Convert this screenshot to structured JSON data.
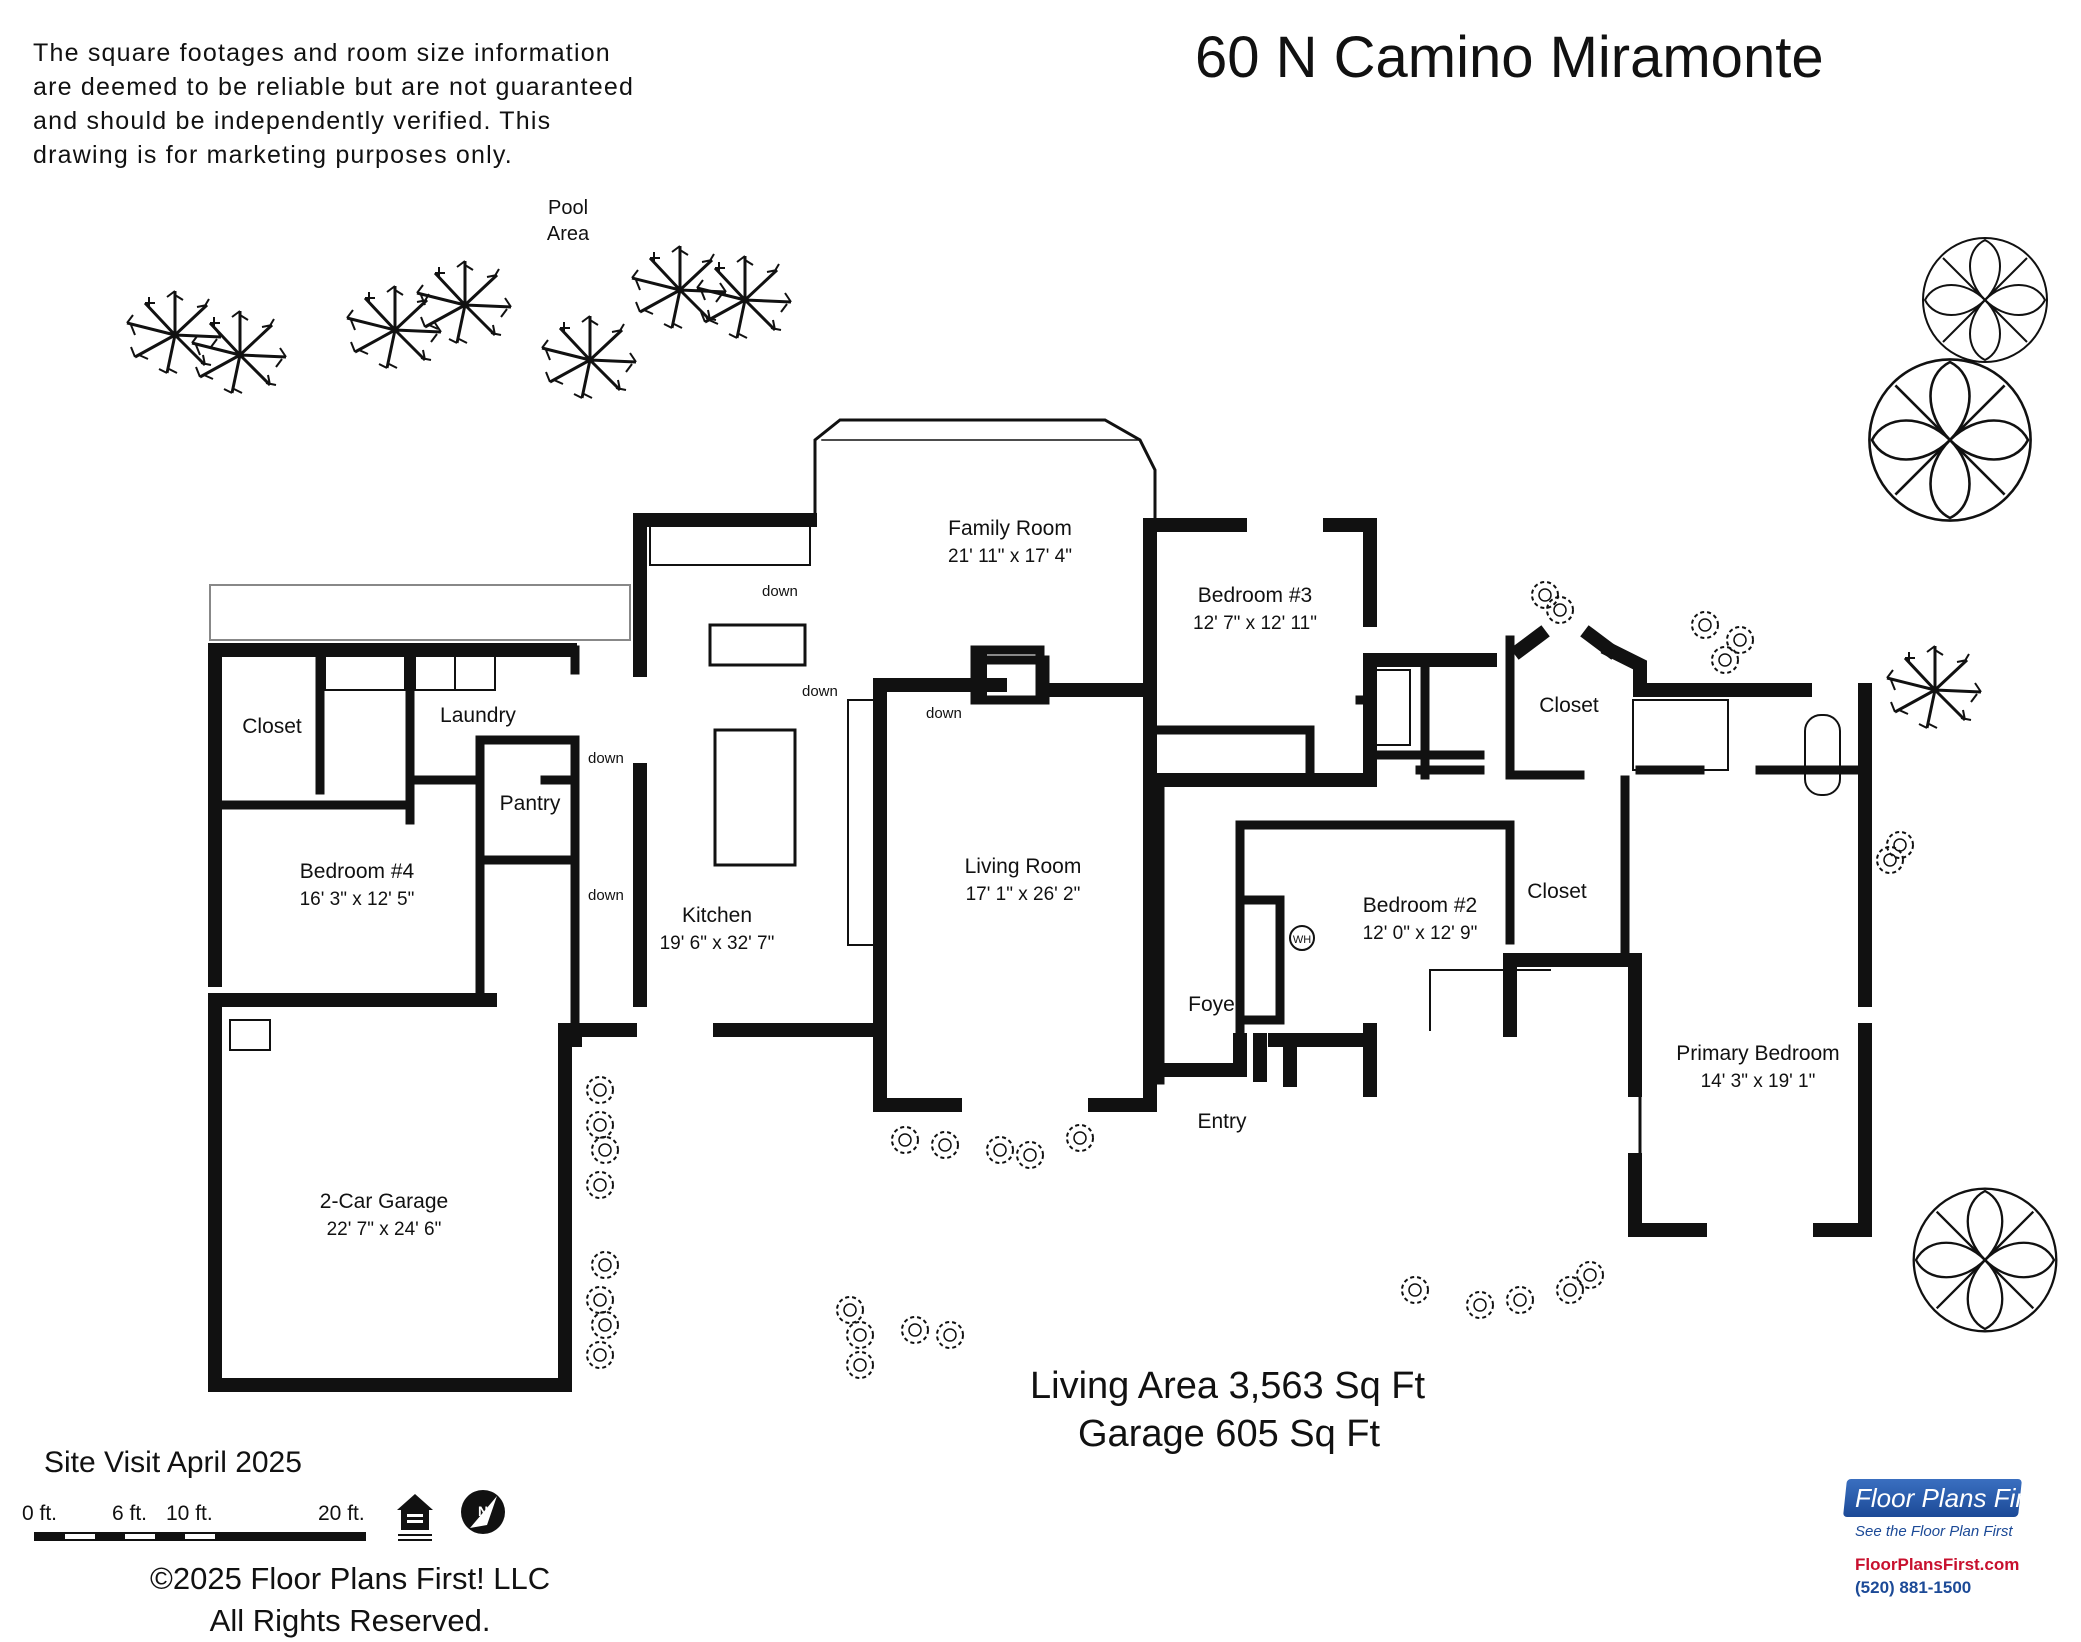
{
  "header": {
    "disclaimer": "The square footages and room size information are deemed to be reliable but are not guaranteed and should be independently verified. This drawing is for marketing purposes only.",
    "title": "60 N Camino Miramonte"
  },
  "areas": {
    "pool": [
      "Pool",
      "Area"
    ],
    "entry": "Entry"
  },
  "rooms": {
    "family_room": {
      "name": "Family Room",
      "size": "21' 11\" x 17' 4\""
    },
    "bedroom3": {
      "name": "Bedroom #3",
      "size": "12' 7\" x 12' 11\""
    },
    "closet_upper_left": {
      "name": "Closet"
    },
    "laundry": {
      "name": "Laundry"
    },
    "pantry": {
      "name": "Pantry"
    },
    "bedroom4": {
      "name": "Bedroom #4",
      "size": "16' 3\" x 12' 5\""
    },
    "kitchen": {
      "name": "Kitchen",
      "size": "19' 6\" x 32' 7\""
    },
    "living_room": {
      "name": "Living Room",
      "size": "17' 1\" x 26' 2\""
    },
    "closet_b3": {
      "name": "Closet"
    },
    "bedroom2": {
      "name": "Bedroom #2",
      "size": "12' 0\" x 12' 9\""
    },
    "closet_b2": {
      "name": "Closet"
    },
    "foyer": {
      "name": "Foyer"
    },
    "primary_bedroom": {
      "name": "Primary Bedroom",
      "size": "14' 3\" x 19' 1\""
    },
    "garage": {
      "name": "2-Car Garage",
      "size": "22' 7\" x 24' 6\""
    }
  },
  "step_labels": [
    "down",
    "down",
    "down",
    "down",
    "down"
  ],
  "fixtures": {
    "water_heater": "WH"
  },
  "footer": {
    "living_area": "Living Area 3,563 Sq Ft",
    "garage_area": "Garage 605 Sq Ft",
    "site_visit": "Site Visit April 2025",
    "scale_labels": [
      "0 ft.",
      "6 ft.",
      "10 ft.",
      "20 ft."
    ],
    "copyright_line1": "©2025 Floor Plans First! LLC",
    "copyright_line2": "All Rights Reserved."
  },
  "logo": {
    "name": "Floor Plans First!",
    "tagline": "See the Floor Plan First",
    "url": "FloorPlansFirst.com",
    "phone": "(520) 881-1500"
  },
  "icons": [
    "equal-housing-opportunity-icon",
    "north-arrow-icon",
    "palm-tree-icon",
    "round-tree-icon",
    "shrub-icon"
  ],
  "colors": {
    "wall": "#111111",
    "logo_blue": "#1c4a97",
    "logo_red": "#c8102e"
  }
}
